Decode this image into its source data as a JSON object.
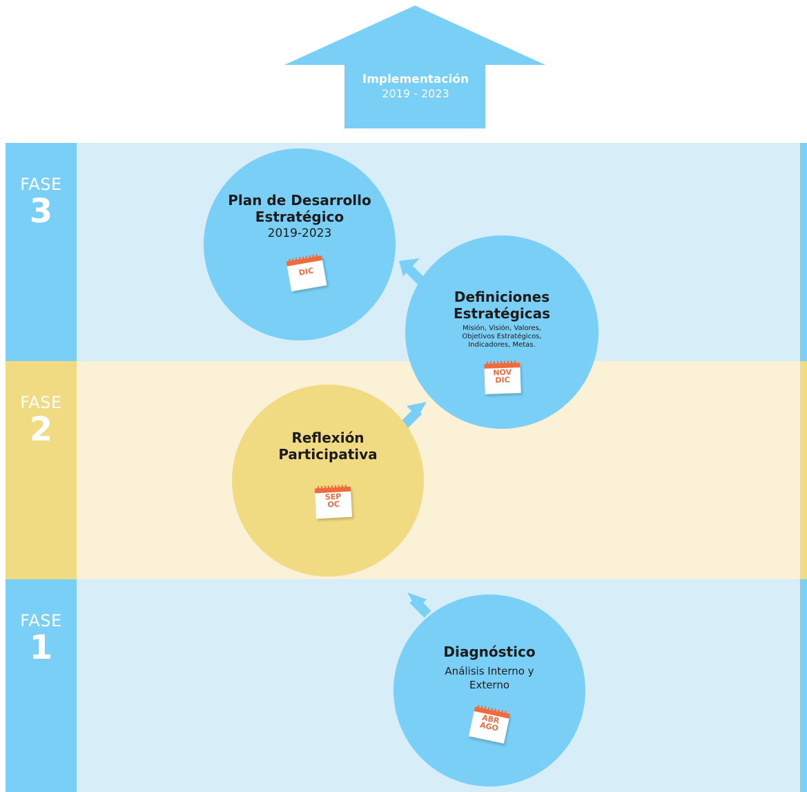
{
  "implementation": {
    "title": "Implementación",
    "years": "2019 - 2023"
  },
  "phases": [
    {
      "word": "FASE",
      "number": "3"
    },
    {
      "word": "FASE",
      "number": "2"
    },
    {
      "word": "FASE",
      "number": "1"
    }
  ],
  "nodes": {
    "plan": {
      "title_line1": "Plan de Desarrollo",
      "title_line2": "Estratégico",
      "subtitle": "2019-2023",
      "calendar": "DIC"
    },
    "definiciones": {
      "title_line1": "Definiciones",
      "title_line2": "Estratégicas",
      "detail_line1": "Misión, Visión, Valores,",
      "detail_line2": "Objetivos Estratégicos,",
      "detail_line3": "Indicadores, Metas.",
      "calendar_line1": "NOV",
      "calendar_line2": "DIC"
    },
    "reflexion": {
      "title_line1": "Reflexión",
      "title_line2": "Participativa",
      "calendar_line1": "SEP",
      "calendar_line2": "OC"
    },
    "diagnostico": {
      "title": "Diagnóstico",
      "subtitle_line1": "Análisis Interno y",
      "subtitle_line2": "Externo",
      "calendar_line1": "ABR",
      "calendar_line2": "AGO"
    }
  },
  "colors": {
    "blue": "#79cff5",
    "blue_light": "#d7eef9",
    "yellow": "#f0da82",
    "yellow_light": "#faf1d7",
    "calendar": "#ef6a3c"
  }
}
